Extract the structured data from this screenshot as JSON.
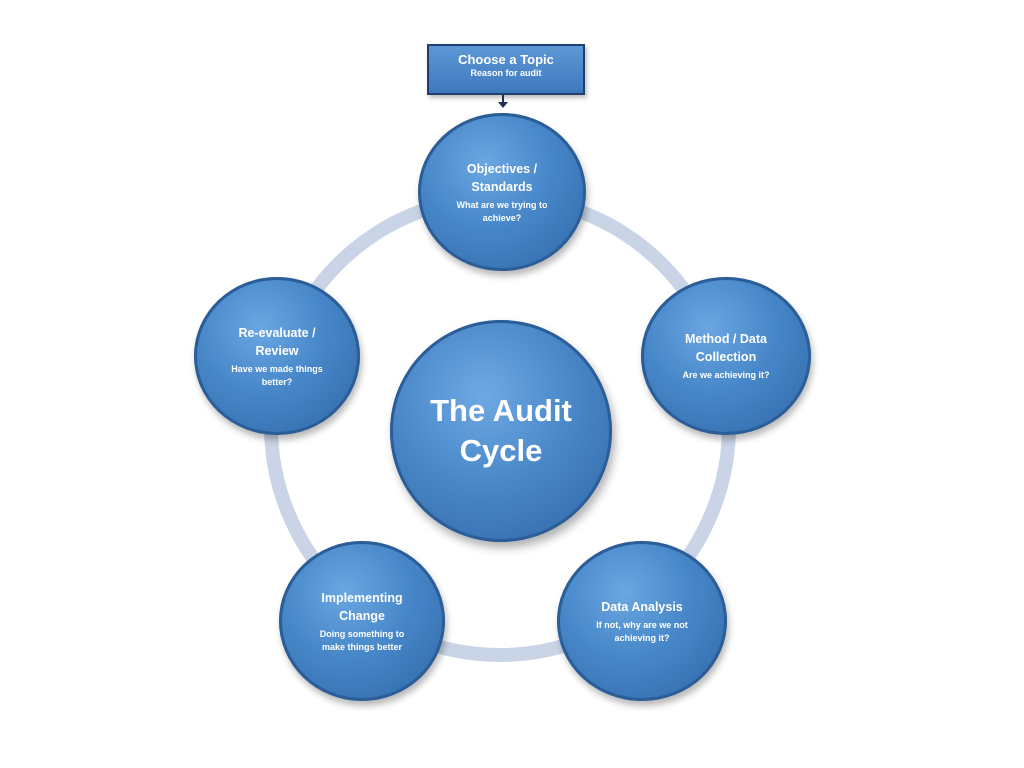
{
  "diagram": {
    "topic_box": {
      "title": "Choose a Topic",
      "subtitle": "Reason for audit"
    },
    "center": {
      "title": "The Audit Cycle"
    },
    "nodes": [
      {
        "title": "Objectives / Standards",
        "subtitle": "What are we trying to achieve?"
      },
      {
        "title": "Method / Data Collection",
        "subtitle": "Are we achieving it?"
      },
      {
        "title": "Data Analysis",
        "subtitle": "If not, why are we not achieving it?"
      },
      {
        "title": "Implementing Change",
        "subtitle": "Doing something to make things better"
      },
      {
        "title": "Re-evaluate / Review",
        "subtitle": "Have we made things better?"
      }
    ],
    "colors": {
      "node_fill": "#4686c8",
      "node_border": "#2b5d97",
      "ring": "#c9d5e6",
      "text": "#ffffff"
    }
  }
}
